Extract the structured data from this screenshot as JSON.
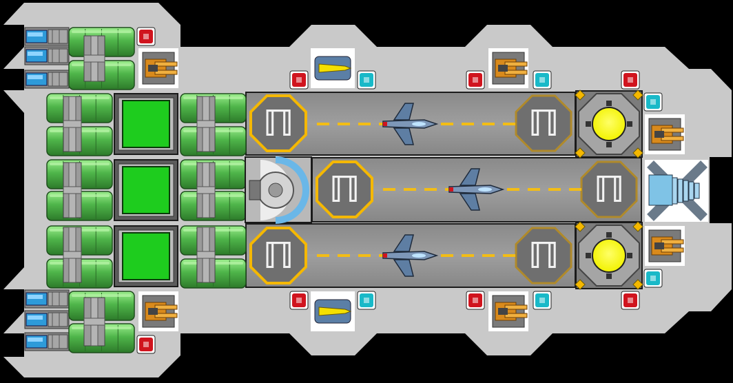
{
  "title": "",
  "colors": {
    "background": "#000000",
    "hull": "#c9c9c9",
    "hull_inner": "#bdbdbd",
    "deck": "#8f8f8f",
    "deck_stripe": "#9b9b9b",
    "frame": "#1b1b1b",
    "tank_green": "#4fb54a",
    "tank_green_dark": "#2f7f2c",
    "tank_green_light": "#8ee37f",
    "pipe_grey": "#8a8a8a",
    "screen_green": "#1ecc1e",
    "pad_yellow": "#f5b800",
    "pad_grey": "#6f6f6f",
    "dash_yellow": "#f3bd15",
    "light_red": "#d0141e",
    "light_cyan": "#19b9c8",
    "thruster_blue": "#2e9bd9",
    "orange": "#d98a1c",
    "reactor_yellow": "#ffff00",
    "fighter_blue": "#6f8fb0"
  },
  "pad_label": "ℿ",
  "hangars": [
    {
      "name": "top",
      "fighter_count": 1
    },
    {
      "name": "middle",
      "fighter_count": 1
    },
    {
      "name": "bottom",
      "fighter_count": 1
    }
  ],
  "icons": [
    "thruster-icon",
    "fuel-tank-icon",
    "reactor-icon",
    "turret-icon",
    "indicator-light-icon",
    "hangar-pad-icon",
    "fighter-icon",
    "engine-icon",
    "shield-dome-icon"
  ]
}
